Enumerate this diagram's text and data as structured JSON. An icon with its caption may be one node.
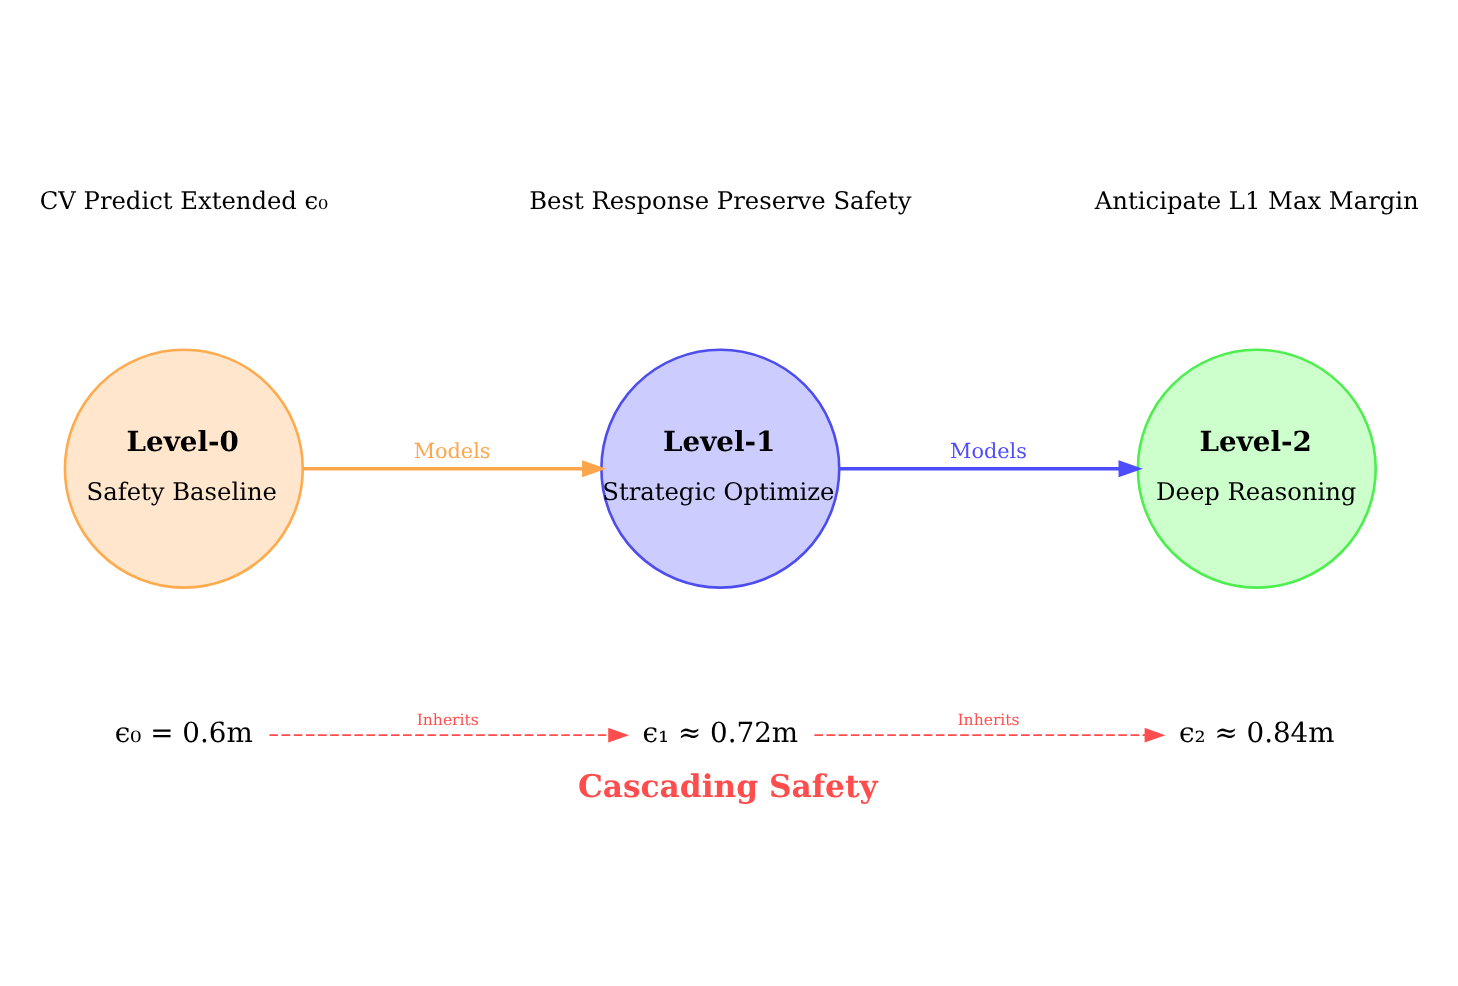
{
  "diagram": {
    "caption": "Cascading Safety",
    "nodes": [
      {
        "text": [
          "Level-0",
          "Safety Baseline"
        ]
      },
      {
        "text": [
          "Level-1",
          "Strategic Optimize"
        ]
      },
      {
        "text": [
          "Level-2",
          "Deep Reasoning"
        ]
      },
      {
        "text": [
          "ϵ₀ = 0.6m"
        ]
      },
      {
        "text": [
          "ϵ₁ ≈ 0.72m"
        ]
      },
      {
        "text": [
          "ϵ₂ ≈ 0.84m"
        ]
      }
    ],
    "edges": [
      {
        "from": 0,
        "to": 1,
        "arrow": "to",
        "label": "Models",
        "color": "#ffa64d"
      },
      {
        "from": 1,
        "to": 2,
        "arrow": "to",
        "label": "Models",
        "color": "#4d4dff"
      },
      {
        "from": 3,
        "to": 4,
        "arrow": "to",
        "label": "Inherits",
        "style": "dashed",
        "color": "#ff4d4d"
      },
      {
        "from": 4,
        "to": 5,
        "arrow": "to",
        "label": "Inherits",
        "style": "dashed",
        "color": "#ff4d4d"
      }
    ],
    "labels": [
      "CV Predict Extended ϵ₀",
      "Best Response Preserve Safety",
      "Anticipate L1 Max Margin"
    ]
  }
}
